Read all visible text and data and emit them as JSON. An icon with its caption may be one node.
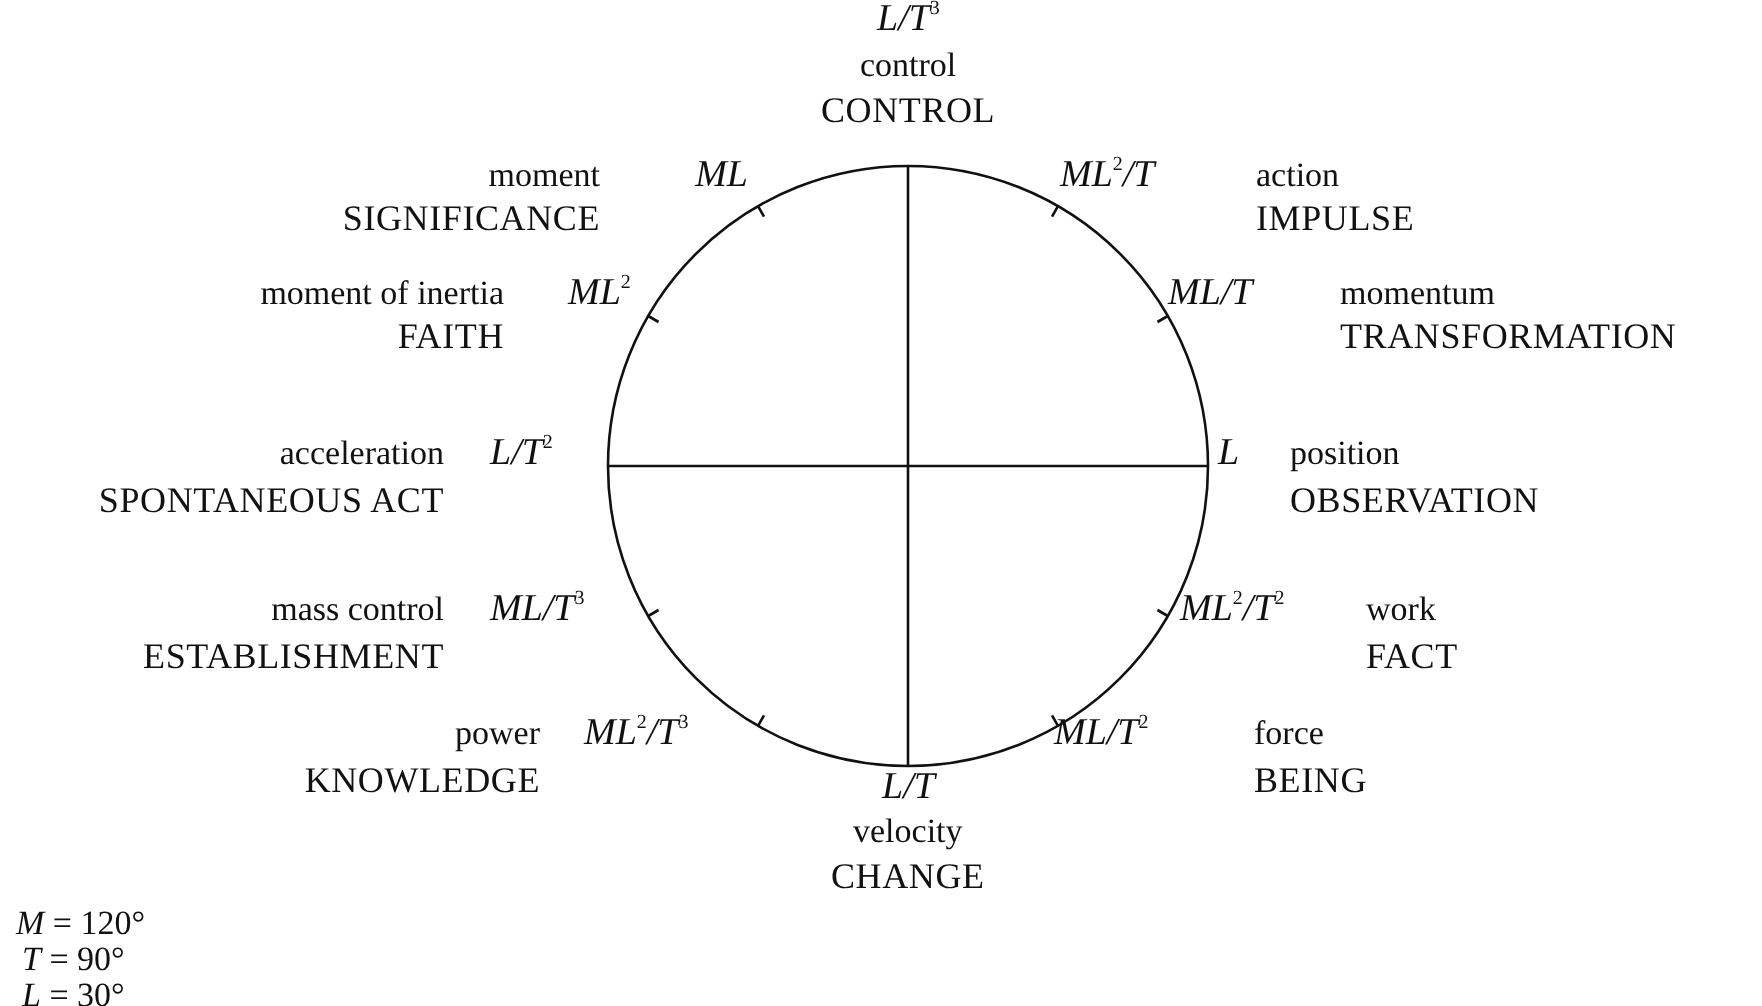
{
  "diagram": {
    "labels": [
      "L/T$^{3}$",
      "control",
      "CONTROL",
      "moment",
      "ML",
      "ML$^{2}$/T",
      "action",
      "SIGNIFICANCE",
      "IMPULSE",
      "moment of inertia",
      "ML$^{2}$",
      "ML/T",
      "momentum",
      "FAITH",
      "TRANSFORMATION",
      "acceleration",
      "L/T$^{2}$",
      "L",
      "position",
      "SPONTANEOUS ACT",
      "OBSERVATION",
      "mass control",
      "ML/T$^{3}$",
      "ML$^{2}$/T$^{2}$",
      "work",
      "ESTABLISHMENT",
      "FACT",
      "power",
      "ML$^{2}$/T$^{3}$",
      "ML/T$^{2}$",
      "force",
      "KNOWLEDGE",
      "L/T",
      "BEING",
      "velocity",
      "CHANGE",
      "*M* = 120°",
      "*T* = 90°",
      "*L* = 30°"
    ]
  }
}
